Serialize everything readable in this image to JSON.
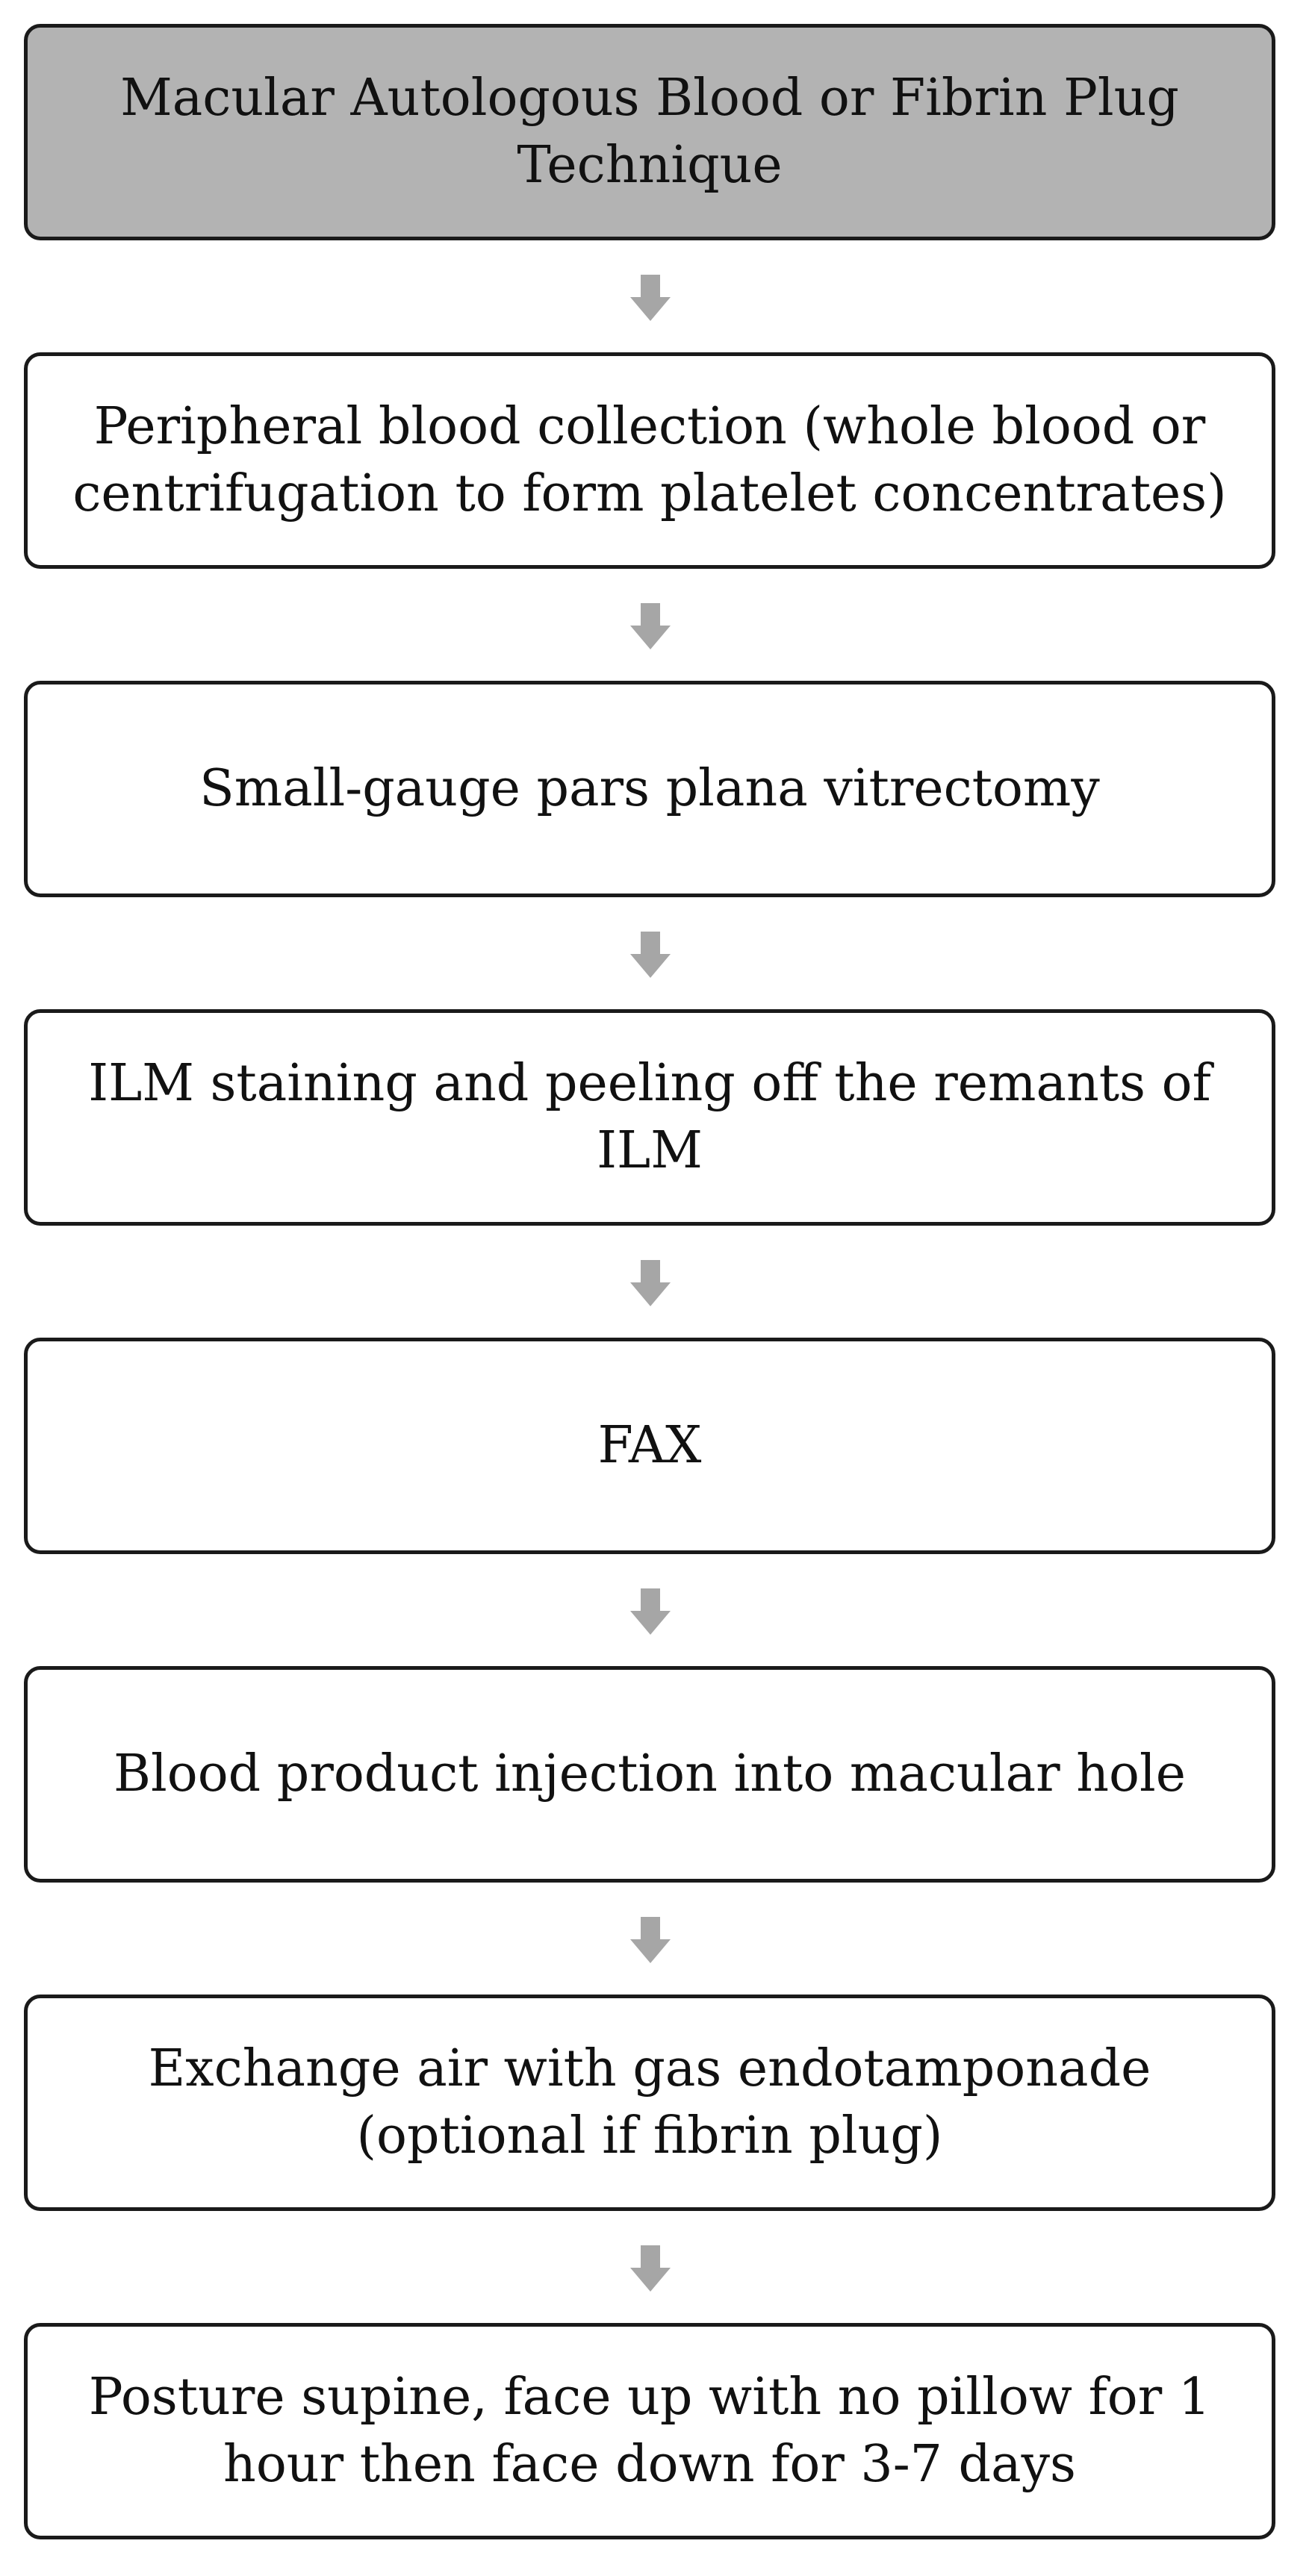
{
  "colors": {
    "header_fill": "#b3b3b3",
    "box_fill": "#ffffff",
    "border": "#1a1a1a",
    "arrow": "#a6a6a6",
    "text": "#111111"
  },
  "steps": [
    {
      "text": "Macular Autologous Blood or Fibrin Plug Technique"
    },
    {
      "text": "Peripheral blood collection (whole blood or centrifugation to form platelet concentrates)"
    },
    {
      "text": "Small-gauge pars plana vitrectomy"
    },
    {
      "text": "ILM staining and peeling off the remants of ILM"
    },
    {
      "text": "FAX"
    },
    {
      "text": "Blood product injection into macular hole"
    },
    {
      "text": "Exchange air with gas endotamponade (optional if fibrin plug)"
    },
    {
      "text": "Posture supine, face up with no pillow for 1 hour then face down for 3-7 days"
    }
  ]
}
